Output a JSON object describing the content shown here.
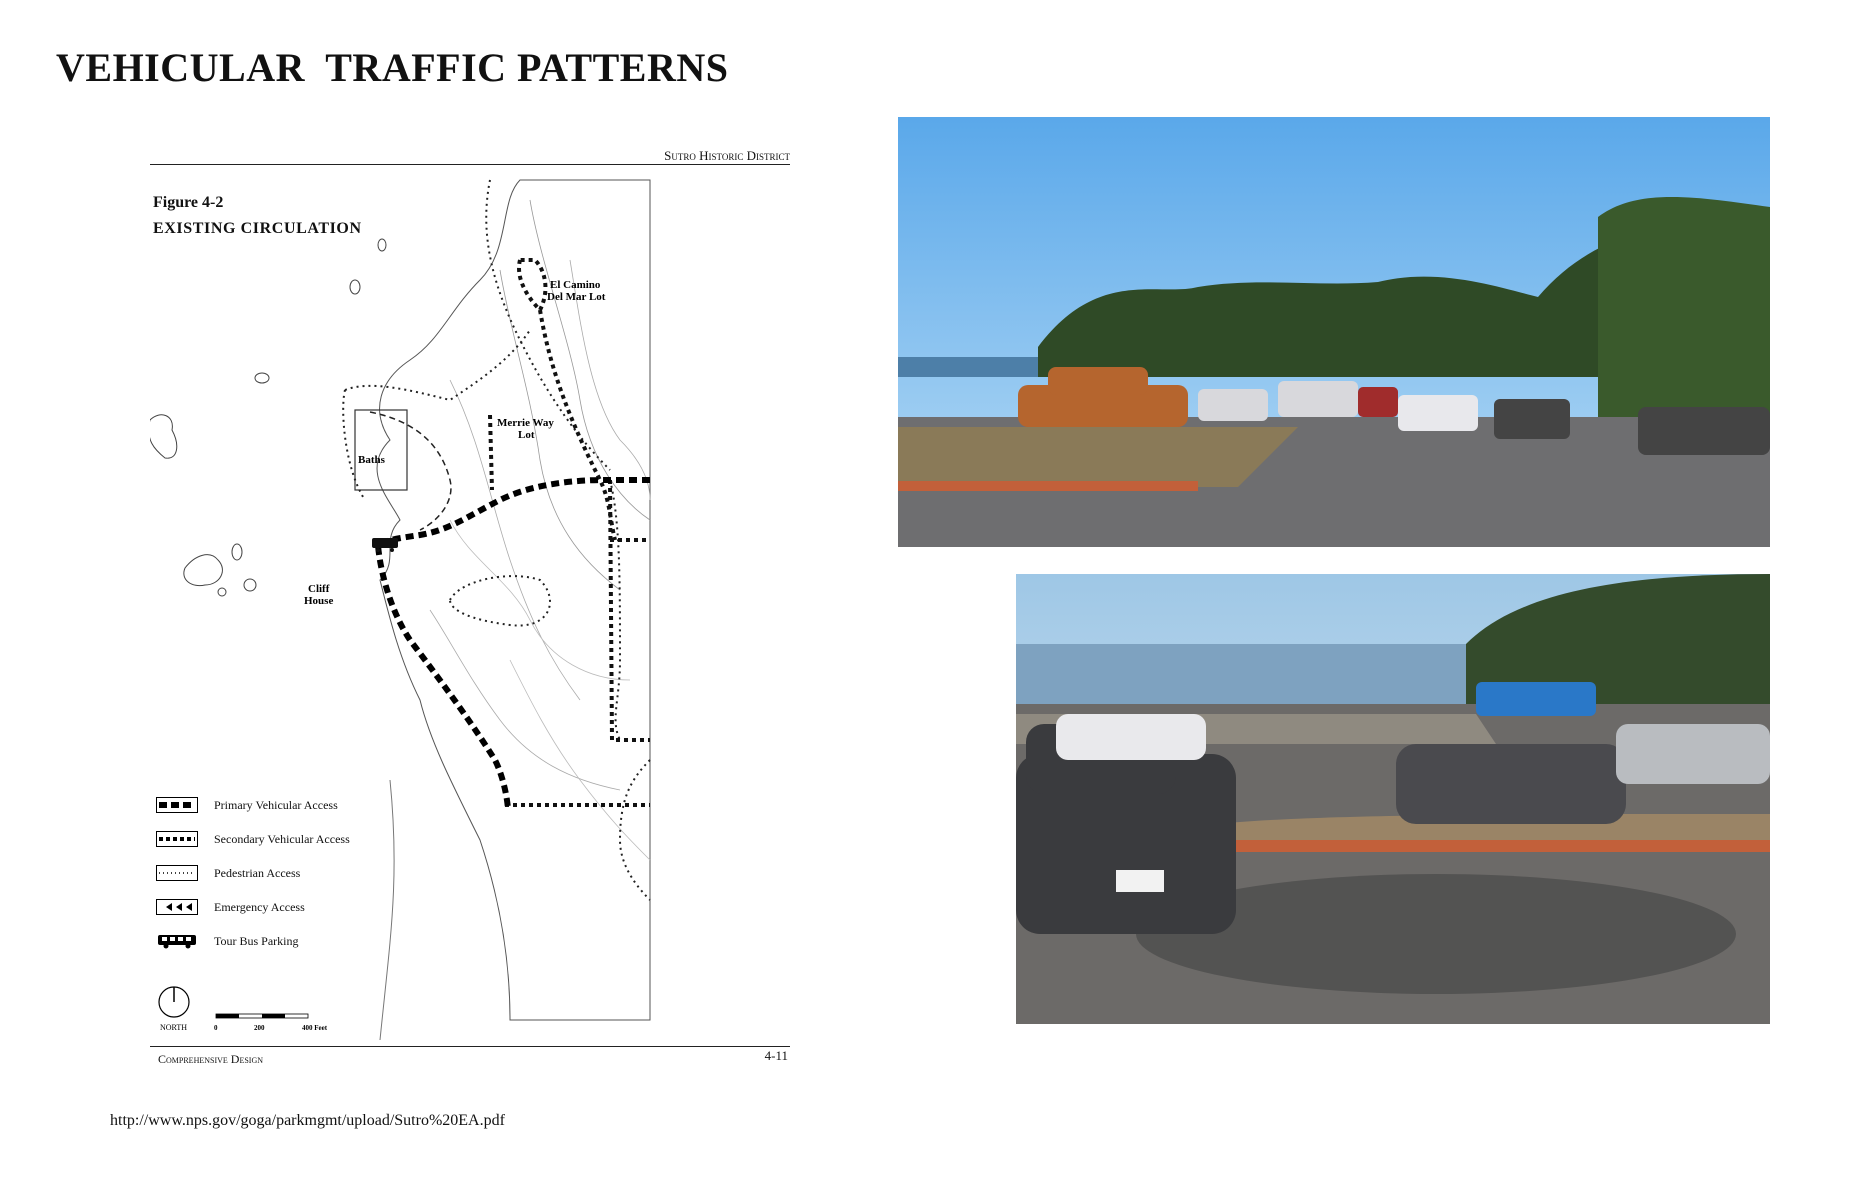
{
  "page": {
    "title": "VEHICULAR  TRAFFIC PATTERNS",
    "source_url": "http://www.nps.gov/goga/parkmgmt/upload/Sutro%20EA.pdf"
  },
  "figure": {
    "header": "Sutro Historic District",
    "number": "Figure 4-2",
    "title": "EXISTING CIRCULATION",
    "footer_left": "Comprehensive Design",
    "footer_right": "4-11",
    "labels": {
      "el_camino_1": "El Camino",
      "el_camino_2": "Del Mar Lot",
      "merrie_1": "Merrie Way",
      "merrie_2": "Lot",
      "baths": "Baths",
      "cliff_1": "Cliff",
      "cliff_2": "House"
    },
    "legend": [
      {
        "label": "Primary Vehicular Access",
        "style": "primary"
      },
      {
        "label": "Secondary Vehicular Access",
        "style": "secondary"
      },
      {
        "label": "Pedestrian Access",
        "style": "pedestrian"
      },
      {
        "label": "Emergency Access",
        "style": "emergency"
      },
      {
        "label": "Tour Bus Parking",
        "style": "bus"
      }
    ],
    "north_label": "NORTH",
    "scale": {
      "t0": "0",
      "t1": "200",
      "t2": "400 Feet"
    }
  },
  "photos": {
    "top": {
      "description_icon": "parking-lot-photo"
    },
    "bottom": {
      "description_icon": "parking-lot-photo"
    }
  }
}
